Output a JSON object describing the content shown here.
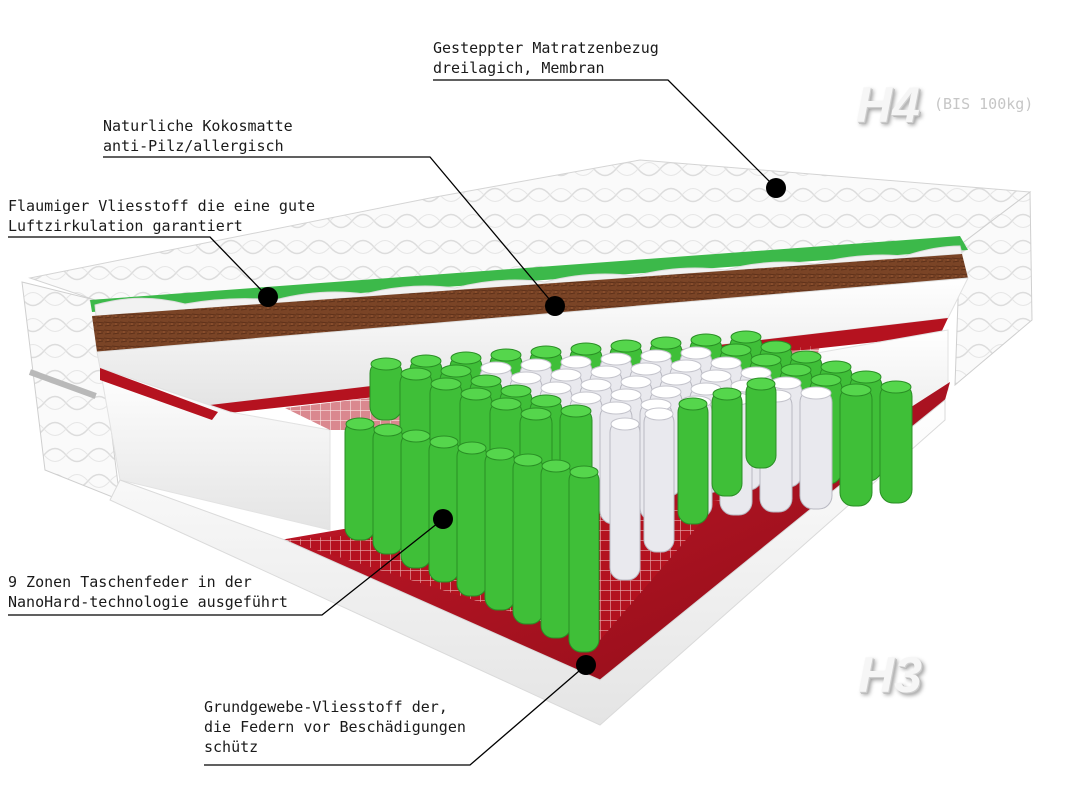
{
  "labels": {
    "cover": [
      "Gesteppter Matratzenbezug",
      "dreilagich, Membran"
    ],
    "coconut": [
      "Naturliche Kokosmatte",
      "anti-Pilz/allergisch"
    ],
    "fleece": [
      "Flaumiger Vliesstoff die eine gute",
      "Luftzirkulation garantiert"
    ],
    "springs": [
      "9 Zonen Taschenfeder in der",
      "NanoHard-technologie ausgeführt"
    ],
    "base": [
      "Grundgewebe-Vliesstoff der,",
      "die Federn vor Beschädigungen",
      "schütz"
    ]
  },
  "hardness": {
    "top": {
      "code": "H4",
      "note": "(BIS 100kg)"
    },
    "bottom": {
      "code": "H3"
    }
  },
  "colors": {
    "foam": "#f7f7f7",
    "green_layer": "#3cb94a",
    "coconut": "#7a4426",
    "red_base": "#b5121f",
    "spring_green": "#3fbf38",
    "spring_white": "#e9e9ee",
    "marker": "#000000"
  }
}
